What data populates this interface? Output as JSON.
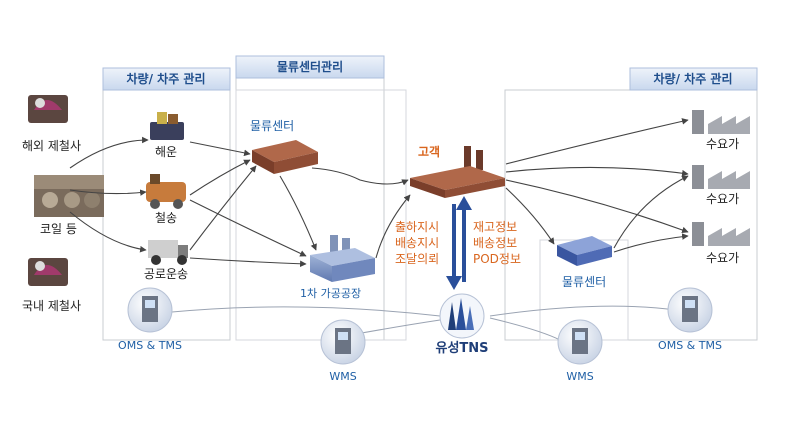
{
  "headers": {
    "left_vehicle": "차량/ 차주 관리",
    "center_logistics": "물류센터관리",
    "right_vehicle": "차량/ 차주 관리"
  },
  "sources": [
    "해외 제철사",
    "코일 등",
    "국내 제철사"
  ],
  "transport": [
    "해운",
    "철송",
    "공로운송"
  ],
  "logistics_center_left": "물류센터",
  "processing_plant": "1차 가공공장",
  "customer": "고객",
  "logistics_center_right": "물류센터",
  "demand": [
    "수요가",
    "수요가",
    "수요가"
  ],
  "flow_down": [
    "출하지시",
    "배송지시",
    "조달의뢰"
  ],
  "flow_up": [
    "재고정보",
    "배송정보",
    "POD정보"
  ],
  "systems": {
    "oms_left": "OMS & TMS",
    "wms_left": "WMS",
    "company": "유성TNS",
    "wms_right": "WMS",
    "oms_right": "OMS & TMS"
  },
  "colors": {
    "blue_text": "#1f5fa5",
    "orange_text": "#d9661f",
    "header_fill": "#dce6f4"
  }
}
